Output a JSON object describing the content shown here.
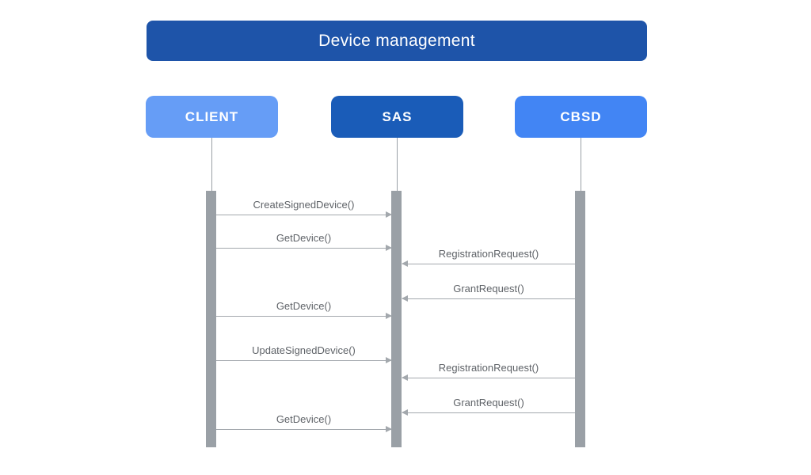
{
  "diagram": {
    "type": "sequence-diagram",
    "title": "Device management"
  },
  "actors": [
    {
      "id": "client",
      "label": "CLIENT",
      "color": "#669DF6"
    },
    {
      "id": "sas",
      "label": "SAS",
      "color": "#1A5CB8"
    },
    {
      "id": "cbsd",
      "label": "CBSD",
      "color": "#4285F4"
    }
  ],
  "messages": [
    {
      "label": "CreateSignedDevice()",
      "from": "CLIENT",
      "to": "SAS"
    },
    {
      "label": "GetDevice()",
      "from": "CLIENT",
      "to": "SAS"
    },
    {
      "label": "RegistrationRequest()",
      "from": "CBSD",
      "to": "SAS"
    },
    {
      "label": "GrantRequest()",
      "from": "CBSD",
      "to": "SAS"
    },
    {
      "label": "GetDevice()",
      "from": "CLIENT",
      "to": "SAS"
    },
    {
      "label": "UpdateSignedDevice()",
      "from": "CLIENT",
      "to": "SAS"
    },
    {
      "label": "RegistrationRequest()",
      "from": "CBSD",
      "to": "SAS"
    },
    {
      "label": "GrantRequest()",
      "from": "CBSD",
      "to": "SAS"
    },
    {
      "label": "GetDevice()",
      "from": "CLIENT",
      "to": "SAS"
    }
  ],
  "colors": {
    "background": "#FFFFFF",
    "title_bg": "#1E54A9",
    "actor_text": "#FFFFFF",
    "lifeline": "#9AA0A6",
    "arrow": "#A3A8AD",
    "message_text": "#5F6368"
  }
}
